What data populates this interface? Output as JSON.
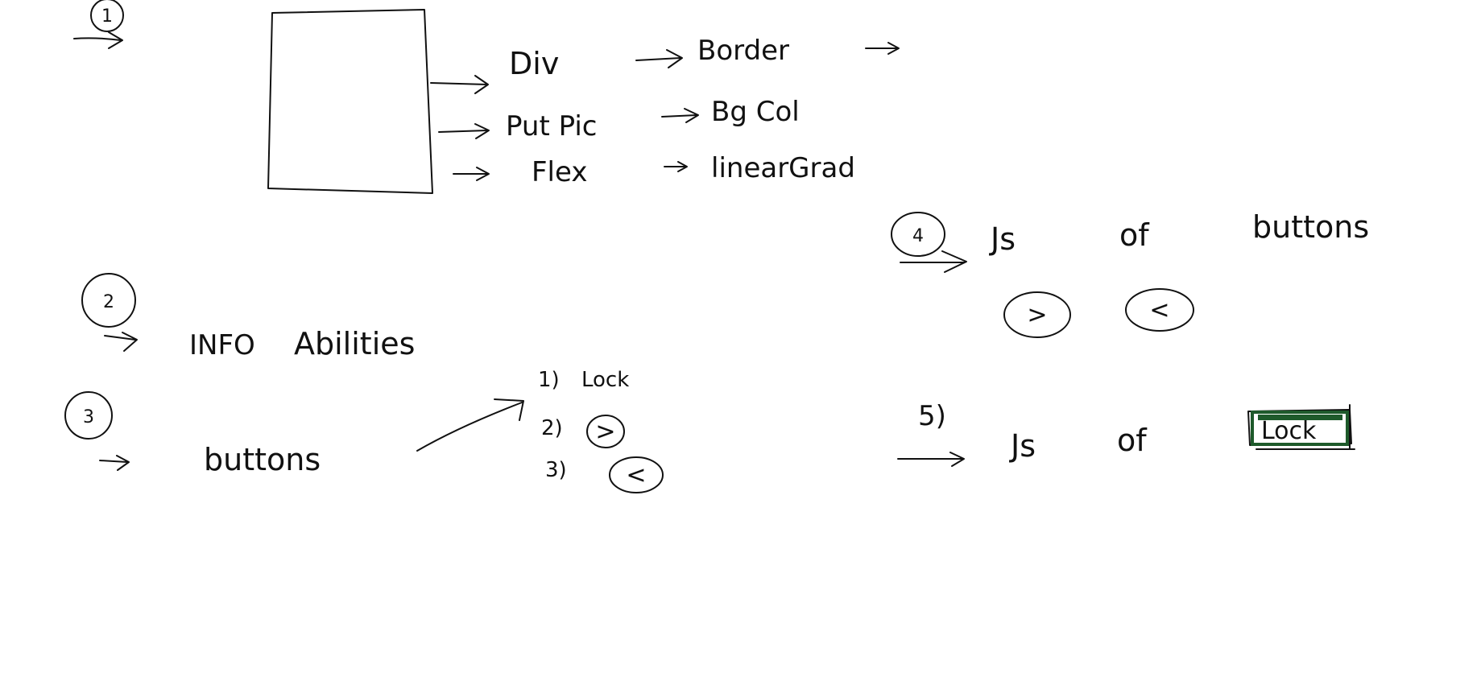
{
  "step1": {
    "number": "1",
    "branches": [
      {
        "main": "Div",
        "sub": "Border"
      },
      {
        "main": "Put Pic",
        "sub": "Bg Col"
      },
      {
        "main": "Flex",
        "sub": "linearGrad"
      }
    ]
  },
  "step2": {
    "number": "2",
    "label_info": "INFO",
    "label_abilities": "Abilities"
  },
  "step3": {
    "number": "3",
    "label": "buttons",
    "list": [
      {
        "marker": "1)",
        "text": "Lock"
      },
      {
        "marker": "2)",
        "glyph": ">"
      },
      {
        "marker": "3)",
        "glyph": "<"
      }
    ]
  },
  "step4": {
    "number": "4",
    "label_js": "Js",
    "label_of": "of",
    "label_target": "buttons",
    "next_glyph": ">",
    "prev_glyph": "<"
  },
  "step5": {
    "number": "5)",
    "label_js": "Js",
    "label_of": "of",
    "lock_label": "Lock"
  },
  "colors": {
    "ink": "#111111",
    "highlight": "#1e5a2b",
    "background": "#ffffff"
  }
}
